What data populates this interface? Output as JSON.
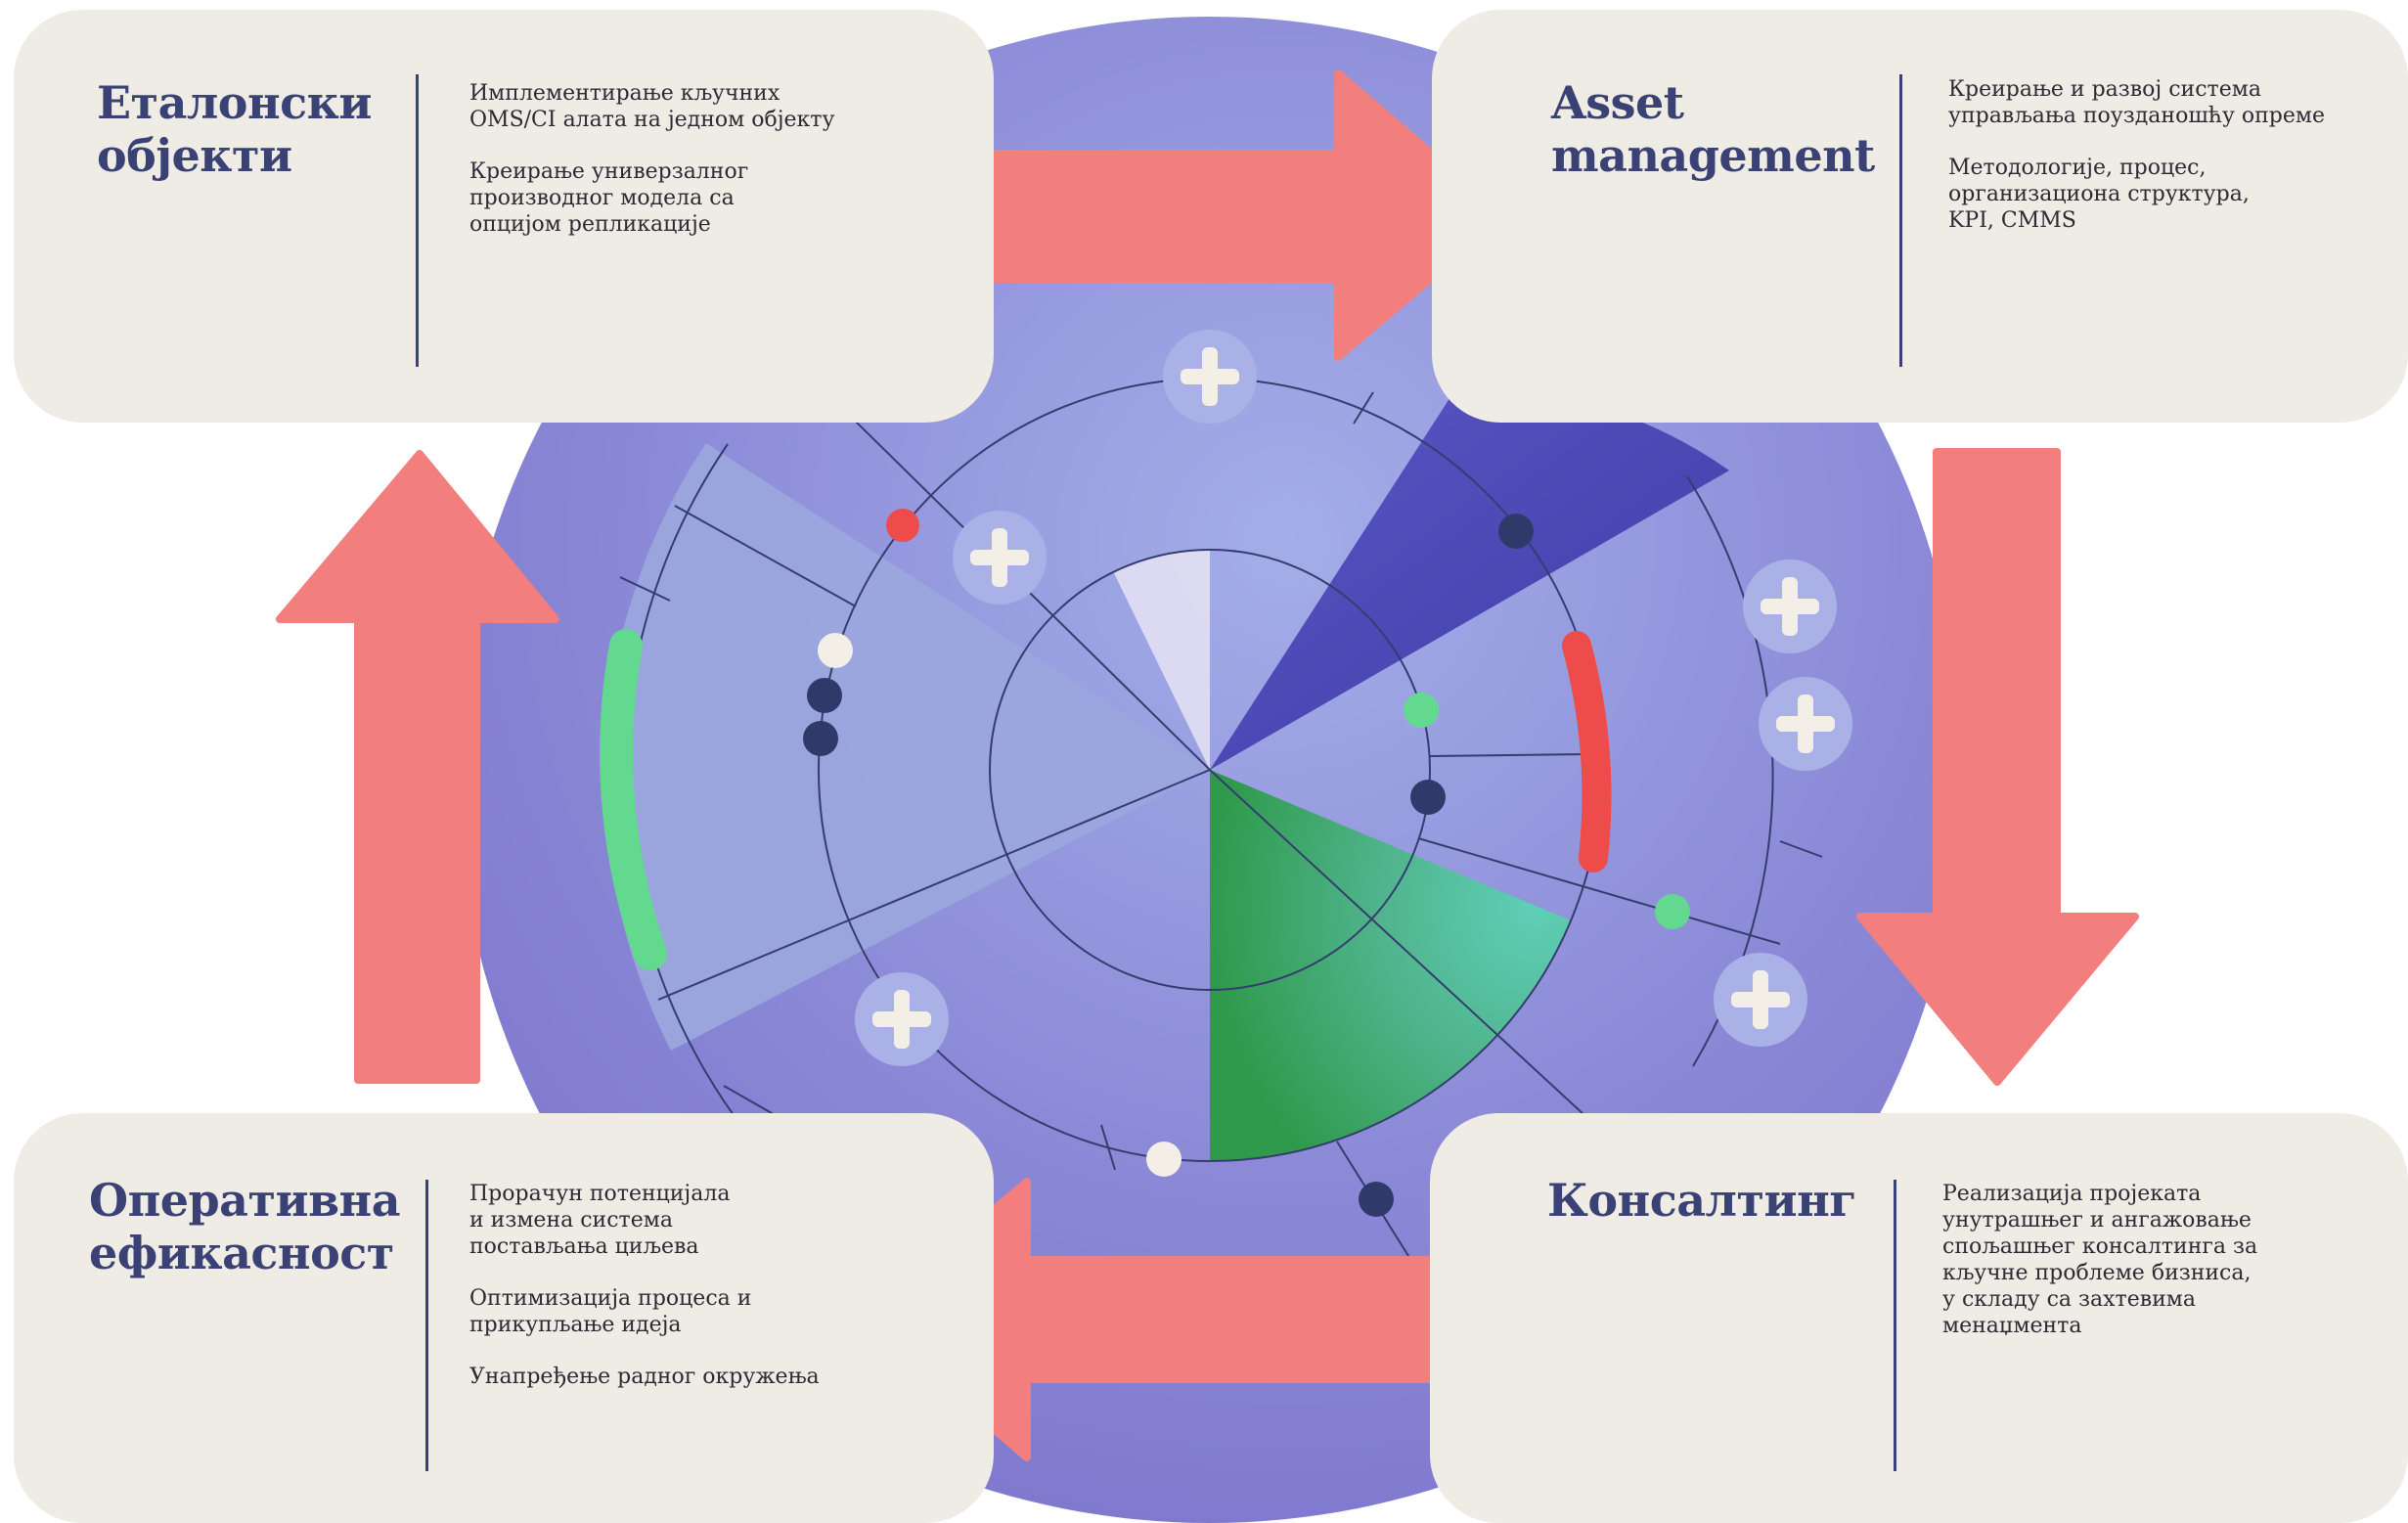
{
  "colors": {
    "page_background": "#ffffff",
    "outer_disc": "#8b86d4",
    "card_background": "#efebe5",
    "title_color": "#3a4275",
    "arrow": "#f27e7e",
    "light_sector": "#9ba6dd",
    "dark_sector": "#4a46b0",
    "green_sector": "#47b37e",
    "green_marker": "#63d88f",
    "red_marker": "#ee4b4b",
    "plus_button": "#a9b1e6",
    "ring_line": "#353d6e"
  },
  "cards": {
    "top_left": {
      "title": [
        "Еталонски",
        "објекти"
      ],
      "paragraphs": [
        [
          "Имплементирање кључних",
          "OMS/CI алата на једном објекту"
        ],
        [
          "Креирање универзалног",
          "производног модела са",
          "опцијом репликације"
        ]
      ]
    },
    "top_right": {
      "title": [
        "Asset",
        "management"
      ],
      "paragraphs": [
        [
          "Креирање и развој система",
          "управљања поузданошћу опреме"
        ],
        [
          "Методологије, процес,",
          "организациона структура,",
          "KPI, CMMS"
        ]
      ]
    },
    "bottom_left": {
      "title": [
        "Оперативна",
        "ефикасност"
      ],
      "paragraphs": [
        [
          "Прорачун потенцијала",
          "и измена система",
          "постављања циљева"
        ],
        [
          "Оптимизација процеса и",
          "прикупљање идеја"
        ],
        [
          "Унапређење радног окружења"
        ]
      ]
    },
    "bottom_right": {
      "title": [
        "Консалтинг"
      ],
      "paragraphs": [
        [
          "Реализација пројеката",
          "унутрашњег  и ангажовање",
          "спољашњег консалтинга за",
          "кључне проблеме бизниса,",
          "у складу са захтевима",
          "менаџмента"
        ]
      ]
    }
  },
  "arrows": {
    "top": "right",
    "right": "down",
    "bottom": "left",
    "left": "up"
  },
  "icons": [
    "plus-icon"
  ]
}
